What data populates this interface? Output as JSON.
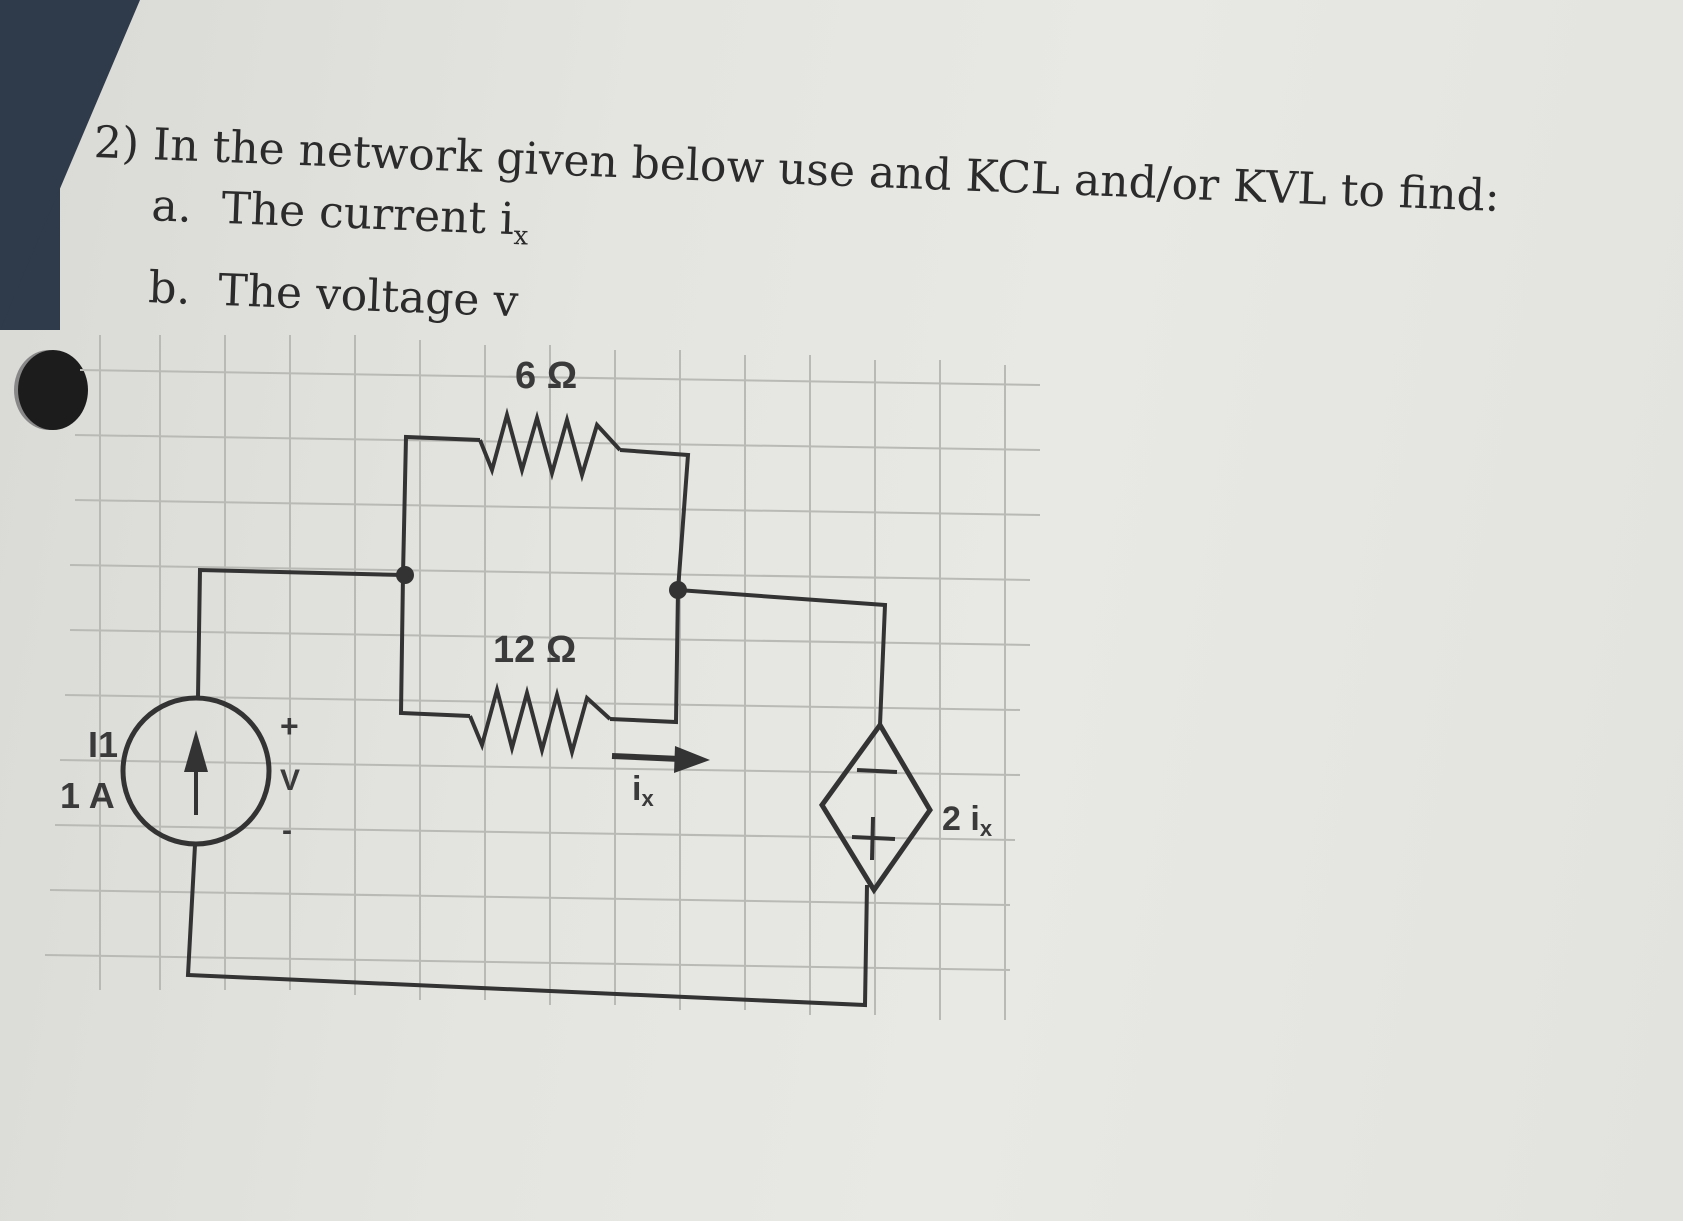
{
  "question": {
    "number": "2)",
    "prompt": "In the network given below use and KCL and/or KVL to find:",
    "items": [
      {
        "label": "a.",
        "text": "The current i",
        "subscript": "x"
      },
      {
        "label": "b.",
        "text": "The voltage v",
        "subscript": ""
      }
    ]
  },
  "circuit": {
    "resistor_top": {
      "label": "6 Ω"
    },
    "resistor_bottom": {
      "label": "12 Ω"
    },
    "current_source": {
      "name": "I1",
      "value": "1 A",
      "direction": "up"
    },
    "voltage_marker": {
      "plus": "+",
      "label": "V",
      "minus": "-"
    },
    "current_marker": {
      "label": "i",
      "subscript": "x"
    },
    "dependent_source": {
      "label": "2 i",
      "subscript": "x",
      "top_sign": "−",
      "bottom_sign": "+"
    }
  }
}
